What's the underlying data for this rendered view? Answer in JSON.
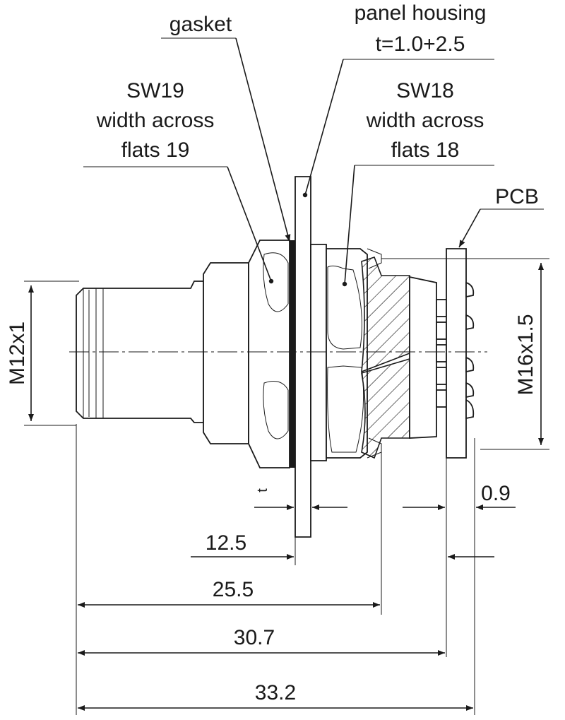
{
  "labels": {
    "gasket": "gasket",
    "panel_housing": "panel housing",
    "panel_thickness": "t=1.0+2.5",
    "sw19": "SW19",
    "sw19_desc_1": "width across",
    "sw19_desc_2": "flats 19",
    "sw18": "SW18",
    "sw18_desc_1": "width across",
    "sw18_desc_2": "flats 18",
    "pcb": "PCB",
    "thread_m12": "M12x1",
    "thread_m16": "M16x1.5",
    "t_symbol": "t"
  },
  "dimensions": {
    "pcb_gap": "0.9",
    "d1": "12.5",
    "d2": "25.5",
    "d3": "30.7",
    "d4": "33.2"
  },
  "colors": {
    "line": "#1a1a1a",
    "gasket_fill": "#1a1a1a",
    "background": "#ffffff"
  }
}
